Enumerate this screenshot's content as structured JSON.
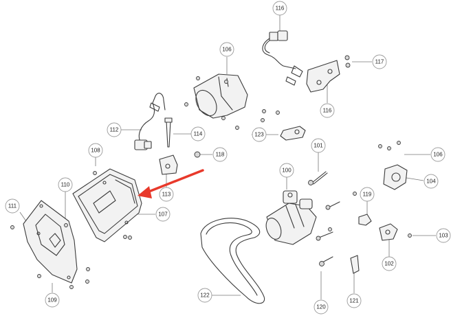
{
  "callouts": [
    {
      "id": "c116a",
      "label": "116"
    },
    {
      "id": "c106a",
      "label": "106"
    },
    {
      "id": "c117",
      "label": "117"
    },
    {
      "id": "c116b",
      "label": "116"
    },
    {
      "id": "c112",
      "label": "112"
    },
    {
      "id": "c114",
      "label": "114"
    },
    {
      "id": "c123",
      "label": "123"
    },
    {
      "id": "c118",
      "label": "118"
    },
    {
      "id": "c108",
      "label": "108"
    },
    {
      "id": "c101",
      "label": "101"
    },
    {
      "id": "c106b",
      "label": "106"
    },
    {
      "id": "c100",
      "label": "100"
    },
    {
      "id": "c104",
      "label": "104"
    },
    {
      "id": "c110",
      "label": "110"
    },
    {
      "id": "c113",
      "label": "113"
    },
    {
      "id": "c119",
      "label": "119"
    },
    {
      "id": "c111",
      "label": "111"
    },
    {
      "id": "c107",
      "label": "107"
    },
    {
      "id": "c103",
      "label": "103"
    },
    {
      "id": "c102",
      "label": "102"
    },
    {
      "id": "c109",
      "label": "109"
    },
    {
      "id": "c122",
      "label": "122"
    },
    {
      "id": "c120",
      "label": "120"
    },
    {
      "id": "c121",
      "label": "121"
    }
  ],
  "colors": {
    "highlight_arrow": "#e8392b",
    "line": "#3a3a3a",
    "callout_border": "#9a9a9a"
  }
}
